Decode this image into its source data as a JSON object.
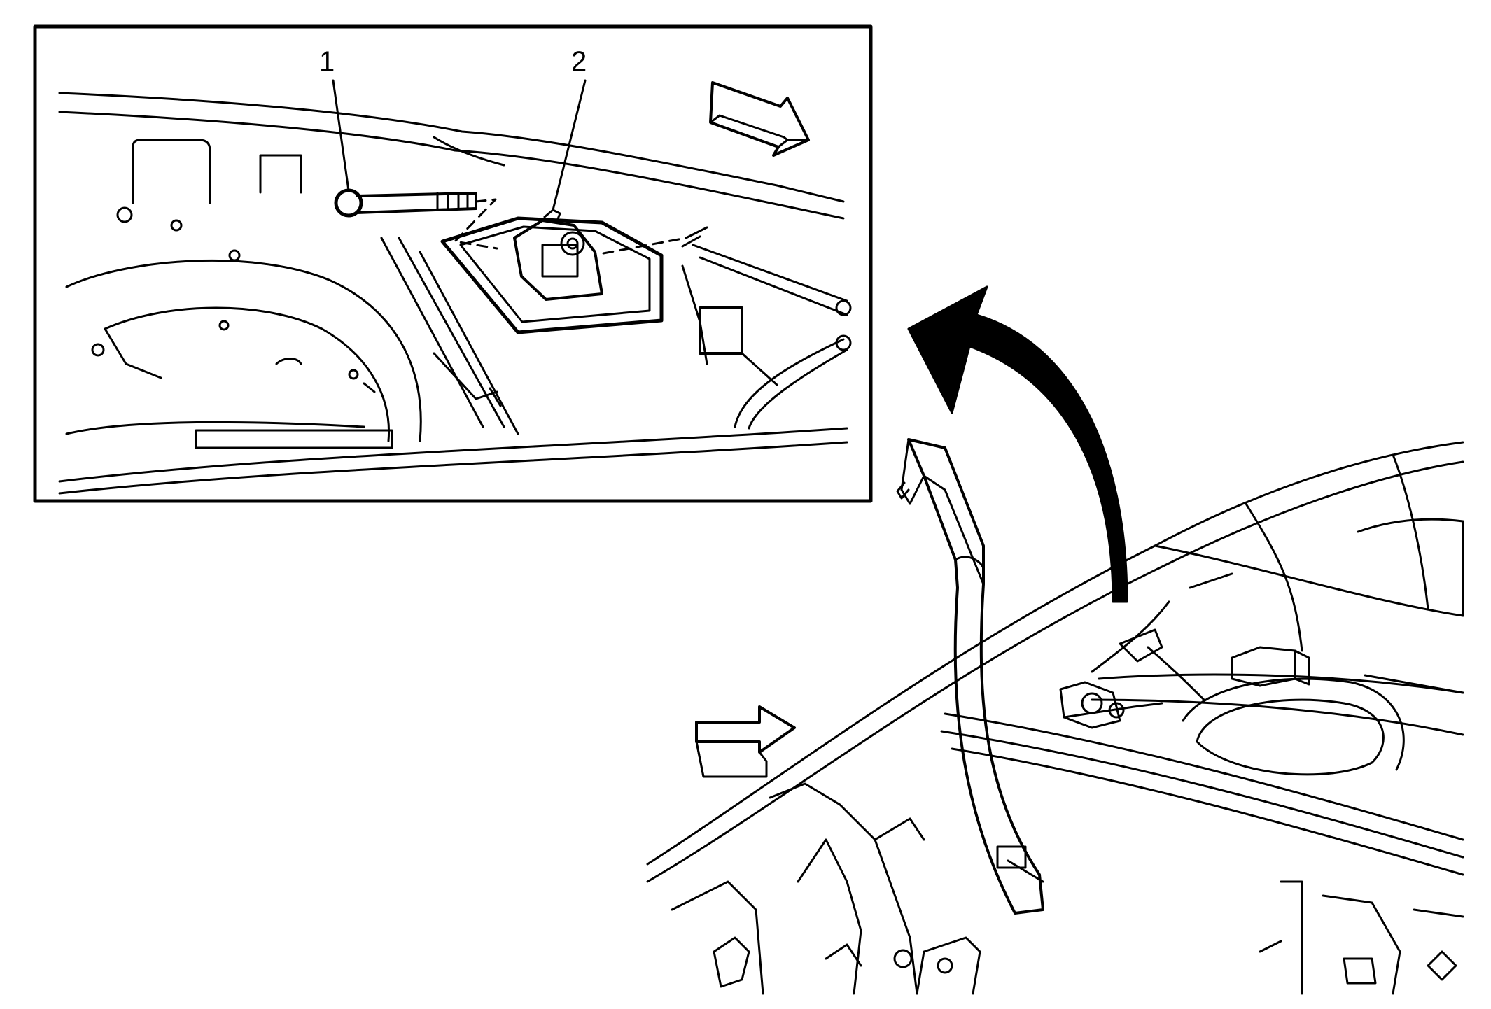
{
  "diagram": {
    "callouts": [
      {
        "id": "1",
        "label": "1",
        "part": "bolt"
      },
      {
        "id": "2",
        "label": "2",
        "part": "shoulder-belt-anchor"
      }
    ],
    "colors": {
      "line": "#000000",
      "background": "#ffffff"
    },
    "icons": [
      "arrow-right-icon",
      "curved-arrow-icon",
      "bolt-icon"
    ]
  }
}
